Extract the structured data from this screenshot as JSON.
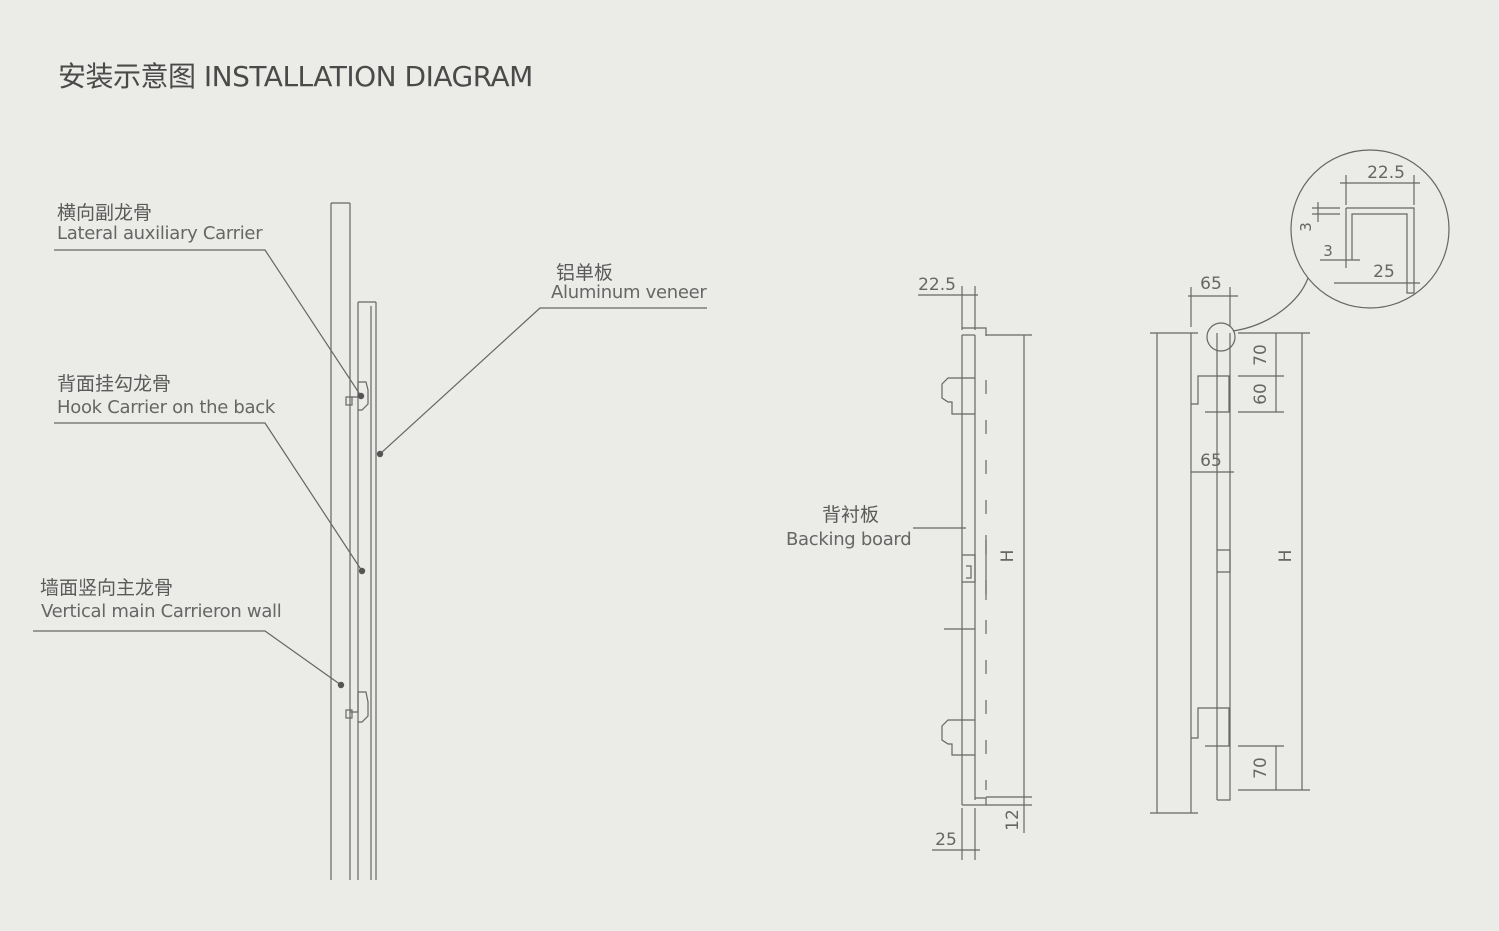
{
  "title": "安装示意图 INSTALLATION DIAGRAM",
  "labels": {
    "lateral_zh": "横向副龙骨",
    "lateral_en": "Lateral auxiliary Carrier",
    "hook_zh": "背面挂勾龙骨",
    "hook_en": "Hook Carrier  on the back",
    "vertical_zh": "墙面竖向主龙骨",
    "vertical_en": "Vertical main Carrieron wall",
    "aluminum_zh": "铝单板",
    "aluminum_en": "Aluminum veneer",
    "backing_zh": "背衬板",
    "backing_en": "Backing board"
  },
  "dimensions": {
    "side_top": "22.5",
    "side_bottom": "25",
    "side_bottom_gap": "12",
    "side_height": "H",
    "section_top": "65",
    "section_mid": "65",
    "section_70_top": "70",
    "section_60": "60",
    "section_70_bottom": "70",
    "section_height": "H",
    "detail_width": "22.5",
    "detail_3_vertical": "3",
    "detail_3_horizontal": "3",
    "detail_25": "25"
  }
}
